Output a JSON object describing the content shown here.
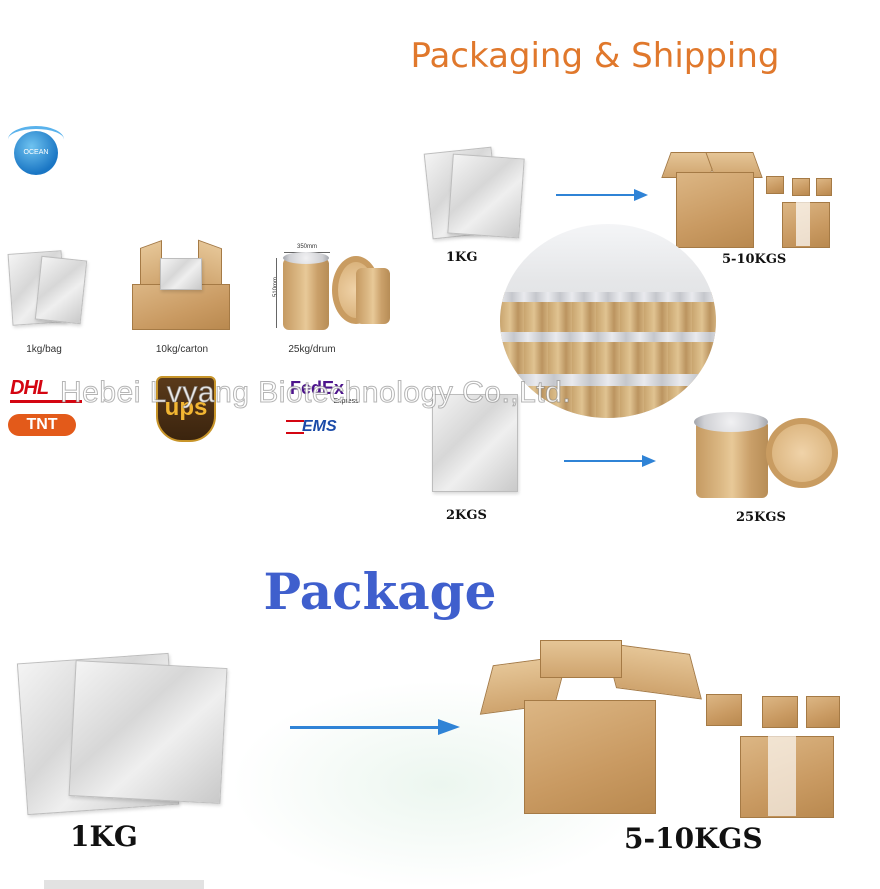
{
  "header": {
    "title": "Packaging & Shipping"
  },
  "logo": {
    "text": "OCEAN",
    "color": "#1a76c4"
  },
  "left_products": [
    {
      "label": "1kg/bag"
    },
    {
      "label": "10kg/carton"
    },
    {
      "label": "25kg/drum"
    }
  ],
  "drum_dims": {
    "width": "350mm",
    "height": "510mm"
  },
  "couriers": {
    "dhl": "DHL",
    "tnt": "TNT",
    "ups": "ups",
    "fedex": "FedEx",
    "fedex_sub": "Express",
    "ems": "EMS"
  },
  "right_flow": {
    "top_from": "1KG",
    "top_to": "5-10KGS",
    "bottom_from": "2KGS",
    "bottom_to": "25KGS"
  },
  "watermark": "Hebei Lvyang Biotechnology Co.,Ltd.",
  "package": {
    "title": "Package",
    "from": "1KG",
    "to": "5-10KGS"
  },
  "colors": {
    "title_orange": "#e0782c",
    "package_blue": "#3f5fcd",
    "arrow_blue": "#2f83d6"
  }
}
